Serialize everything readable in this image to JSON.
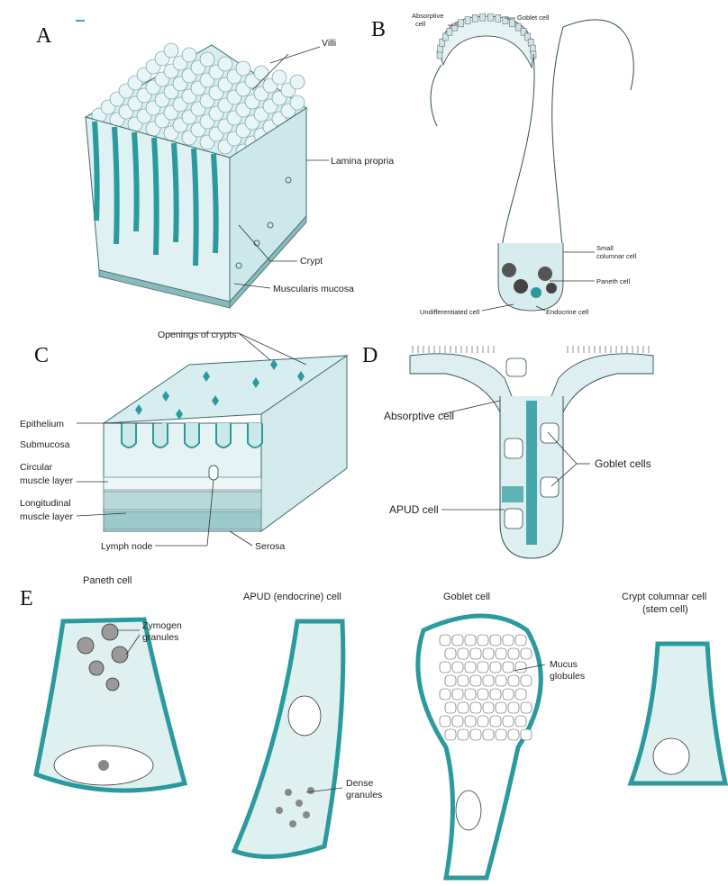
{
  "panels": {
    "A": {
      "letter": "A",
      "labels": {
        "villi": "Villi",
        "lamina_propria": "Lamina propria",
        "crypt": "Crypt",
        "muscularis_mucosa": "Muscularis mucosa"
      }
    },
    "B": {
      "letter": "B",
      "labels": {
        "absorptive_cell_1": "Absorptive",
        "absorptive_cell_2": "cell",
        "goblet_cell": "Goblet cell",
        "small_columnar_1": "Small",
        "small_columnar_2": "columnar cell",
        "paneth_cell": "Paneth cell",
        "undifferentiated_cell": "Undifferentiated cell",
        "endocrine_cell": "Endocrine cell"
      }
    },
    "C": {
      "letter": "C",
      "labels": {
        "openings_of_crypts": "Openings of crypts",
        "epithelium": "Epithelium",
        "submucosa": "Submucosa",
        "circular_1": "Circular",
        "circular_2": "muscle layer",
        "longitudinal_1": "Longitudinal",
        "longitudinal_2": "muscle layer",
        "lymph_node": "Lymph node",
        "serosa": "Serosa"
      }
    },
    "D": {
      "letter": "D",
      "labels": {
        "absorptive_cell": "Absorptive cell",
        "goblet_cells": "Goblet cells",
        "apud_cell": "APUD cell"
      }
    },
    "E": {
      "letter": "E",
      "titles": {
        "paneth": "Paneth cell",
        "apud": "APUD (endocrine) cell",
        "goblet": "Goblet cell",
        "crypt_1": "Crypt columnar cell",
        "crypt_2": "(stem cell)"
      },
      "labels": {
        "zymogen_1": "Zymogen",
        "zymogen_2": "granules",
        "dense_1": "Dense",
        "dense_2": "granules",
        "mucus_1": "Mucus",
        "mucus_2": "globules"
      }
    }
  },
  "colors": {
    "teal": "#2a9a9e",
    "teal_light": "#c9e8ea",
    "outline": "#2f4f55"
  }
}
